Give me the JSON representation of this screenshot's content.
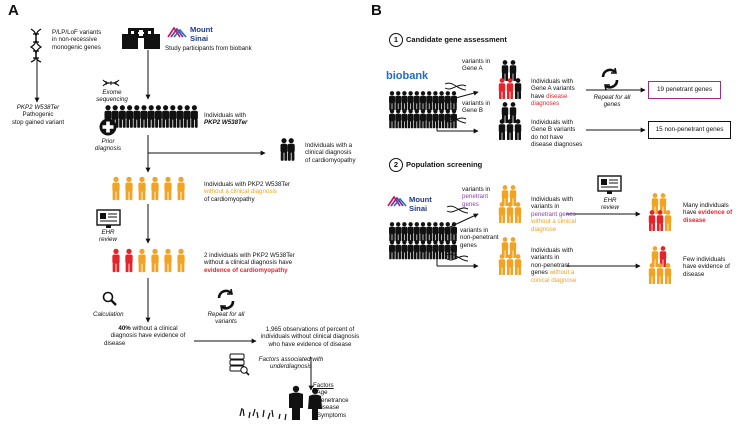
{
  "panels": {
    "a": "A",
    "b": "B"
  },
  "colors": {
    "black": "#111111",
    "orange": "#F0A425",
    "red": "#E3242B",
    "purple": "#8E44AD",
    "sinai_blue": "#1E3A8A",
    "sinai_magenta": "#C2185B"
  },
  "panel_a": {
    "variants_text": "P/LP/LoF variants\nin non-recessive\nmonogenic genes",
    "mount_sinai_logo": "Mount\nSinai",
    "biobank_participants": "Study participants from biobank",
    "exome_sequencing": "Exome\nsequencing",
    "pkp2_l1": "PKP2 W538Ter",
    "pkp2_l2": "Pathogenic",
    "pkp2_l3": "stop gained variant",
    "ind_with_l1": "Individuals with",
    "ind_with_l2": "PKP2 W538Ter",
    "prior_diagnosis": "Prior\ndiagnosis",
    "clin_dx": "Individuals with a\nclinical diagnosis\nof cardiomyopathy",
    "without_l1": "Individuals with PKP2 W538Ter",
    "without_l2": "without a clinical diagnosis",
    "without_l3": "of cardiomyopathy",
    "ehr_review": "EHR\nreview",
    "two_l1": "2 individuals with PKP2 W538Ter",
    "two_l2": "without a clinical diagnosis have",
    "two_l3": "evidence of cardiomyopathy",
    "calculation": "Calculation",
    "repeat_all": "Repeat for all\nvariants",
    "pct_bold": "40%",
    "pct_rest": " without a clinical",
    "pct_l2": "diagnosis have evidence of",
    "pct_l3": "disease",
    "obs_text": "1,965 observations of percent of\nindividuals without clinical diagnosis\nwho have evidence of disease",
    "factors_assoc": "Factors associated with\nunderdiagnosis",
    "factors_title": "Factors",
    "factors": [
      "Age",
      "Penetrance",
      "Disease",
      "Symptoms"
    ]
  },
  "panel_b": {
    "s1_num": "1",
    "s1_title": "Candidate gene assessment",
    "biobank_logo": "biobank",
    "var_gene_a": "variants in\nGene A",
    "var_gene_b": "variants in\nGene B",
    "gene_a_l1": "Individuals with",
    "gene_a_l2": "Gene A variants",
    "gene_a_l3a": "have ",
    "gene_a_l3b": "disease",
    "gene_a_l4": "diagnoses",
    "gene_b_text": "Individuals with\nGene B variants\ndo not have\ndisease diagnoses",
    "repeat_genes": "Repeat for all\ngenes",
    "penetrant_box": "19 penetrant genes",
    "nonpenetrant_box": "15 non-penetrant genes",
    "s2_num": "2",
    "s2_title": "Population screening",
    "mount_sinai_logo": "Mount\nSinai",
    "var_pen_l1": "variants in",
    "var_pen_l2": "penetrant",
    "var_pen_l3": "genes",
    "var_non_text": "variants in\nnon-penetrant\ngenes",
    "pen_ind_l1": "Individuals with",
    "pen_ind_l2": "variants in",
    "pen_ind_l3": "penetrant genes",
    "pen_ind_l4": "without a clinical",
    "pen_ind_l5": "diagnose",
    "non_ind_l1": "Individuals with",
    "non_ind_l2": "variants in",
    "non_ind_l3": "non-penetrant",
    "non_ind_l4a": "genes ",
    "non_ind_l4b": "without a",
    "non_ind_l5": "clinical diagnose",
    "ehr_review": "EHR\nreview",
    "many_l1": "Many individuals",
    "many_l2a": "have ",
    "many_l2b": "evidence of",
    "many_l3": "disease",
    "few_text": "Few individuals\nhave evidence of\ndisease"
  }
}
